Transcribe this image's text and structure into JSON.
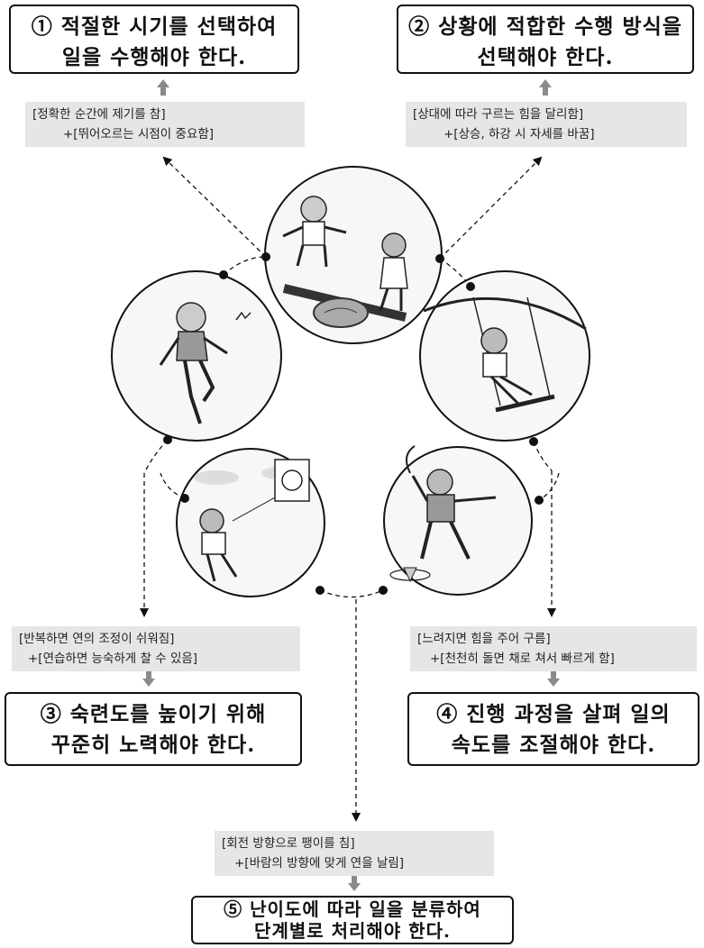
{
  "boxes": {
    "b1": {
      "line1": "① 적절한 시기를 선택하여",
      "line2": "일을 수행해야 한다."
    },
    "b2": {
      "line1": "② 상황에 적합한 수행 방식을",
      "line2": "선택해야 한다."
    },
    "b3": {
      "line1": "③ 숙련도를 높이기 위해",
      "line2": "꾸준히 노력해야 한다."
    },
    "b4": {
      "line1": "④ 진행 과정을 살펴 일의",
      "line2": "속도를 조절해야 한다."
    },
    "b5": {
      "line1": "⑤ 난이도에 따라 일을 분류하여",
      "line2": "단계별로 처리해야 한다."
    }
  },
  "notes": {
    "n1": {
      "line1": "[정확한 순간에 제기를 참]",
      "line2": "+[뛰어오르는 시점이 중요함]"
    },
    "n2": {
      "line1": "[상대에 따라 구르는 힘을 달리함]",
      "line2": "+[상승, 하강 시 자세를 바꿈]"
    },
    "n3": {
      "line1": "[반복하면 연의 조정이 쉬워짐]",
      "line2": "+[연습하면 능숙하게 찰 수 있음]"
    },
    "n4": {
      "line1": "[느려지면 힘을 주어 구름]",
      "line2": "+[천천히 돌면 채로 쳐서 빠르게 함]"
    },
    "n5": {
      "line1": "[회전 방향으로 팽이를 침]",
      "line2": "+[바람의 방향에 맞게 연을 날림]"
    }
  },
  "illustrations": [
    {
      "icon": "seesaw-jumping-icon"
    },
    {
      "icon": "jegichagi-icon"
    },
    {
      "icon": "swing-icon"
    },
    {
      "icon": "kite-flying-icon"
    },
    {
      "icon": "top-spinning-icon"
    }
  ],
  "colors": {
    "note_bg": "#e6e6e6",
    "arrow_gray": "#8a8a8a",
    "line": "#111111"
  }
}
